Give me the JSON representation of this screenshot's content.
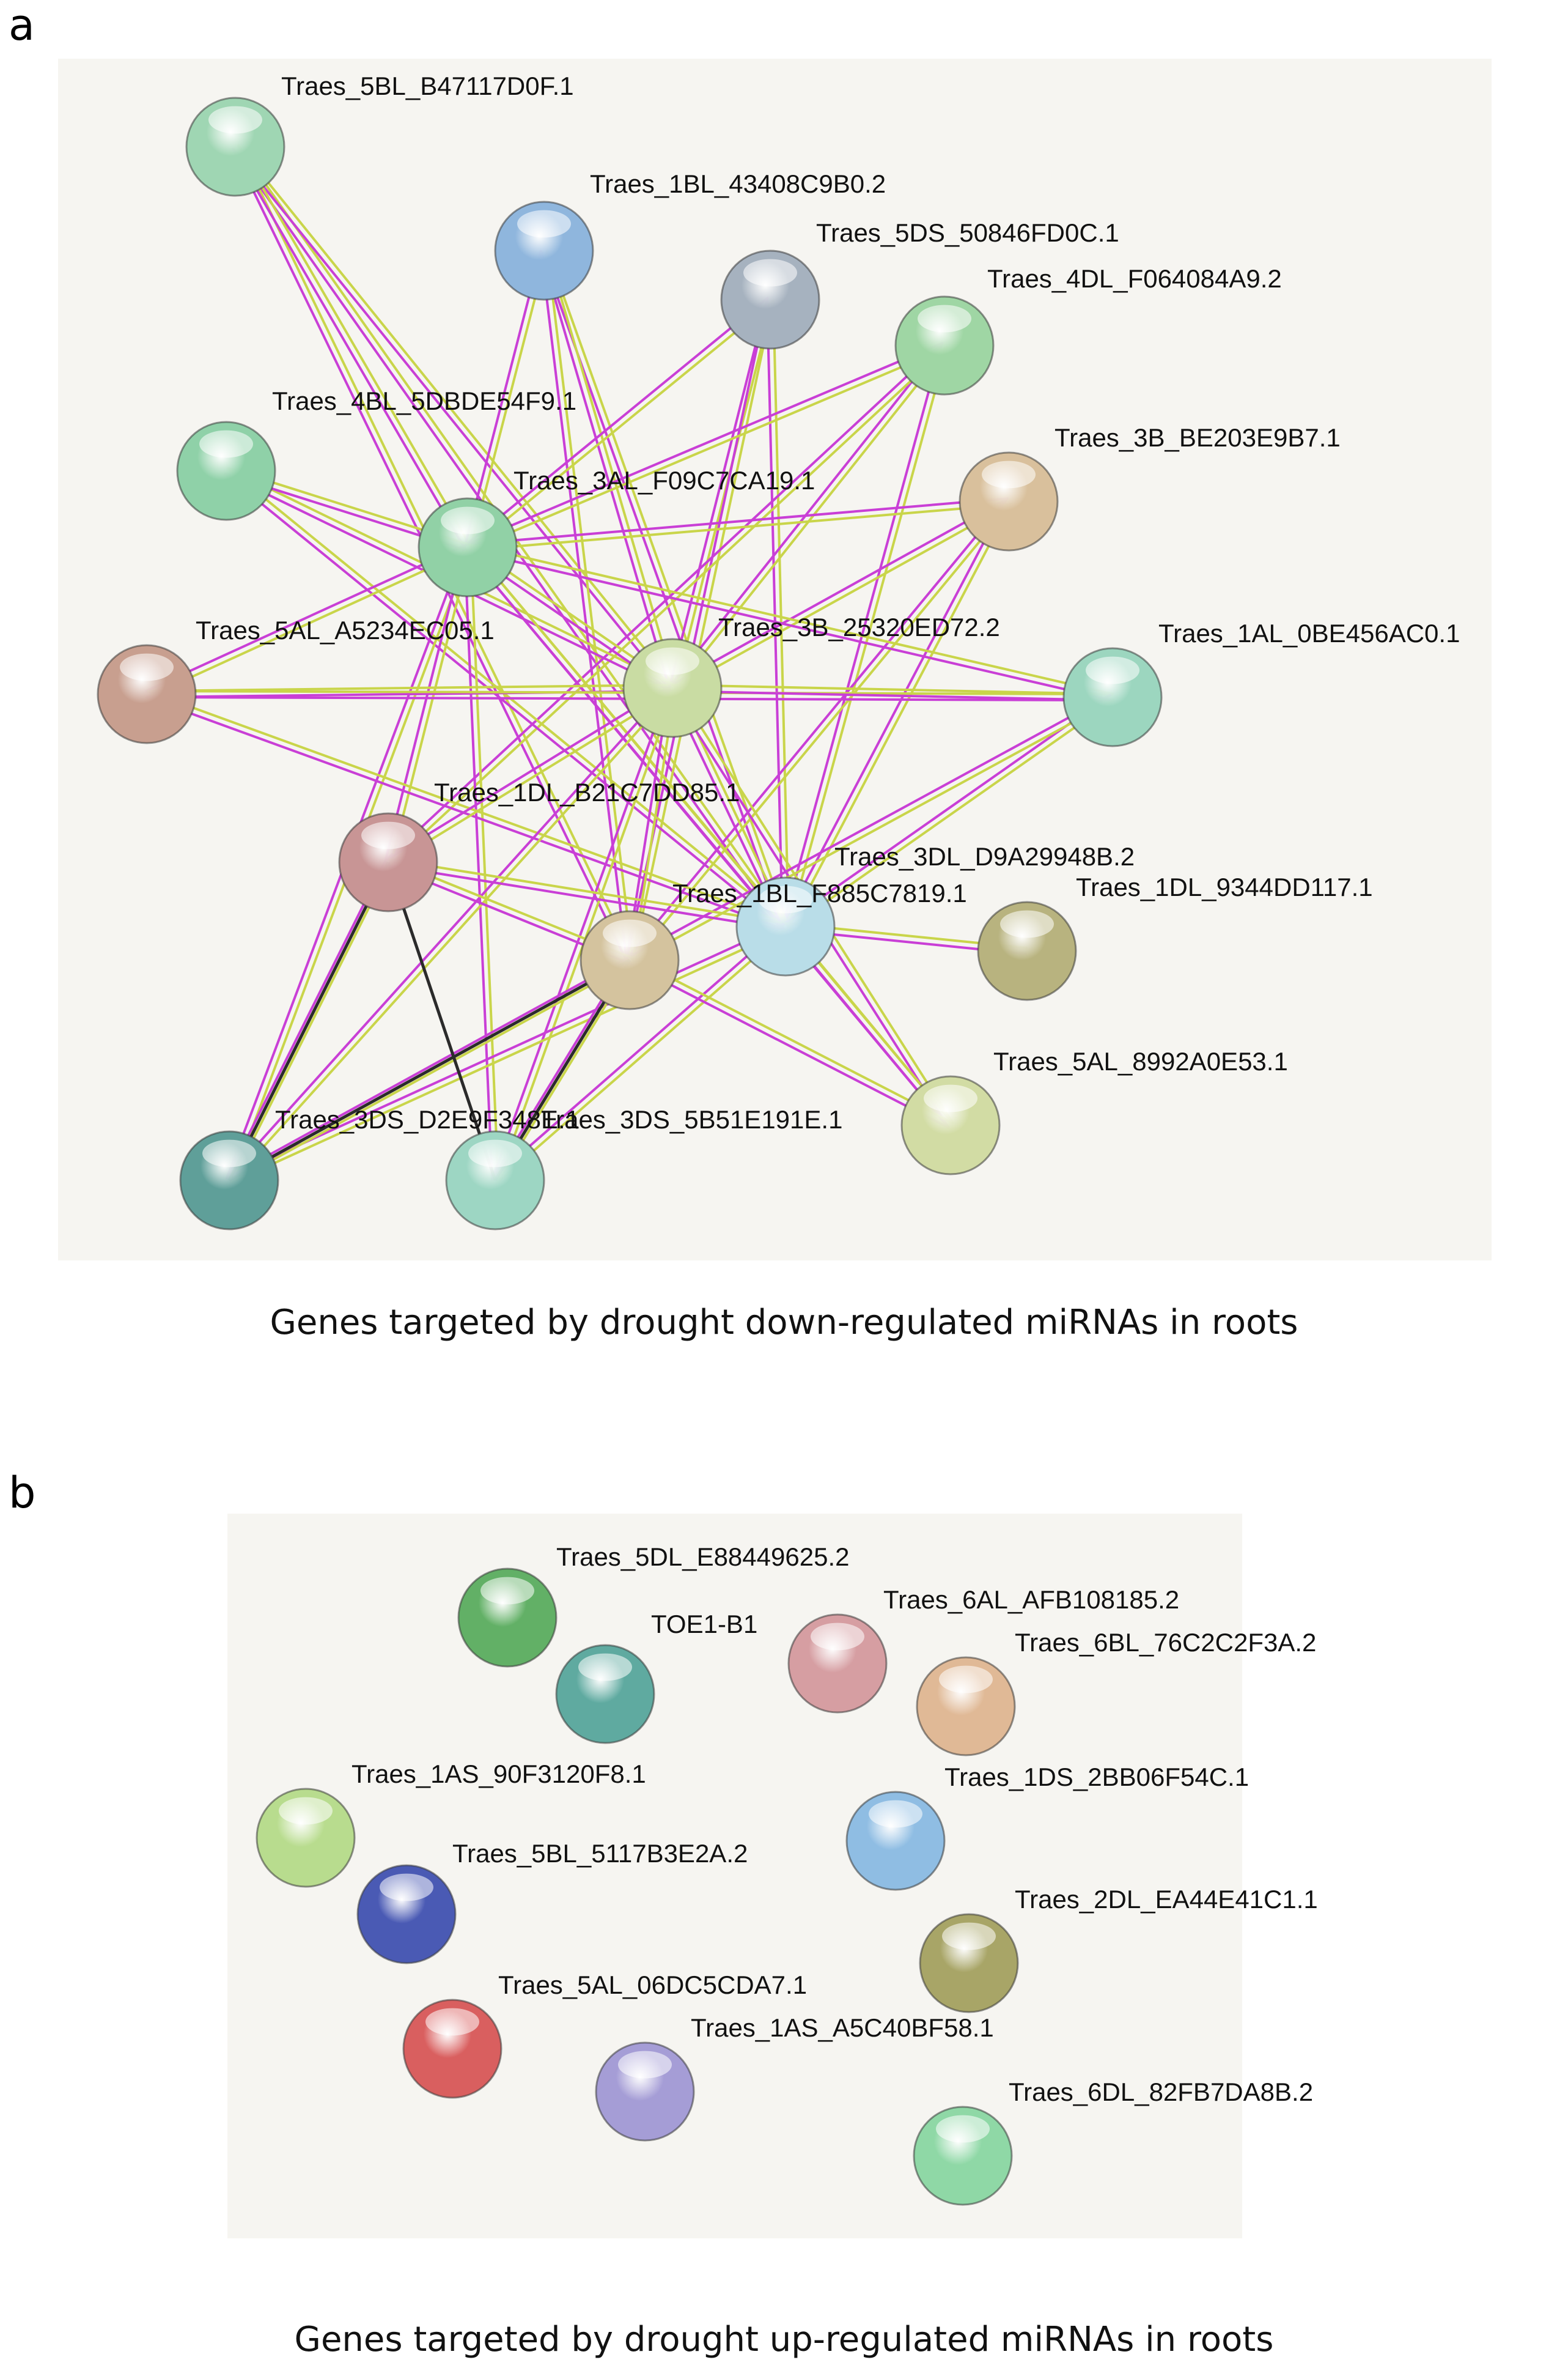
{
  "panel_a": {
    "letter": "a",
    "caption": "Genes targeted by drought down-regulated miRNAs in roots",
    "nodes": [
      {
        "id": "5BL_B47",
        "label": "Traes_5BL_B47117D0F.1",
        "color": "#9fd6b3"
      },
      {
        "id": "1BL_434",
        "label": "Traes_1BL_43408C9B0.2",
        "color": "#8fb6dd"
      },
      {
        "id": "5DS_508",
        "label": "Traes_5DS_50846FD0C.1",
        "color": "#a6b2bf"
      },
      {
        "id": "4DL_F06",
        "label": "Traes_4DL_F064084A9.2",
        "color": "#9fd6a4"
      },
      {
        "id": "4BL_5DB",
        "label": "Traes_4BL_5DBDE54F9.1",
        "color": "#8fd1a8"
      },
      {
        "id": "3B_BE2",
        "label": "Traes_3B_BE203E9B7.1",
        "color": "#d9c09c"
      },
      {
        "id": "3AL_F09",
        "label": "Traes_3AL_F09C7CA19.1",
        "color": "#91d1a6"
      },
      {
        "id": "5AL_A52",
        "label": "Traes_5AL_A5234EC05.1",
        "color": "#c89f8f"
      },
      {
        "id": "3B_253",
        "label": "Traes_3B_25320ED72.2",
        "color": "#c9dca3"
      },
      {
        "id": "1AL_0BE",
        "label": "Traes_1AL_0BE456AC0.1",
        "color": "#9cd6bf"
      },
      {
        "id": "1DL_B21",
        "label": "Traes_1DL_B21C7DD85.1",
        "color": "#c89595"
      },
      {
        "id": "3DL_D9A",
        "label": "Traes_3DL_D9A29948B.2",
        "color": "#d4c39e"
      },
      {
        "id": "1BL_F88",
        "label": "Traes_1BL_F885C7819.1",
        "color": "#b9dde8"
      },
      {
        "id": "1DL_934",
        "label": "Traes_1DL_9344DD117.1",
        "color": "#b8b37f"
      },
      {
        "id": "5AL_899",
        "label": "Traes_5AL_8992A0E53.1",
        "color": "#d2dca4"
      },
      {
        "id": "3DS_D2E",
        "label": "Traes_3DS_D2E9F348E.1",
        "color": "#5f9f99"
      },
      {
        "id": "3DS_5B5",
        "label": "Traes_3DS_5B51E191E.1",
        "color": "#9dd6c3"
      }
    ]
  },
  "panel_b": {
    "letter": "b",
    "caption": "Genes targeted by drought up-regulated miRNAs in roots",
    "nodes": [
      {
        "id": "5DL_E88",
        "label": "Traes_5DL_E88449625.2",
        "color": "#62b066"
      },
      {
        "id": "TOE1",
        "label": "TOE1-B1",
        "color": "#5faaa0"
      },
      {
        "id": "6AL_AFB",
        "label": "Traes_6AL_AFB108185.2",
        "color": "#d69ea2"
      },
      {
        "id": "6BL_76C",
        "label": "Traes_6BL_76C2C2F3A.2",
        "color": "#e0b996"
      },
      {
        "id": "1AS_90F",
        "label": "Traes_1AS_90F3120F8.1",
        "color": "#b8dc8e"
      },
      {
        "id": "1DS_2BB",
        "label": "Traes_1DS_2BB06F54C.1",
        "color": "#8fbde3"
      },
      {
        "id": "5BL_511",
        "label": "Traes_5BL_5117B3E2A.2",
        "color": "#4a5ab4"
      },
      {
        "id": "2DL_EA4",
        "label": "Traes_2DL_EA44E41C1.1",
        "color": "#a8a567"
      },
      {
        "id": "5AL_06D",
        "label": "Traes_5AL_06DC5CDA7.1",
        "color": "#d95f5f"
      },
      {
        "id": "1AS_A5C",
        "label": "Traes_1AS_A5C40BF58.1",
        "color": "#a59dd6"
      },
      {
        "id": "6DL_82F",
        "label": "Traes_6DL_82FB7DA8B.2",
        "color": "#8fd8a6"
      }
    ]
  }
}
